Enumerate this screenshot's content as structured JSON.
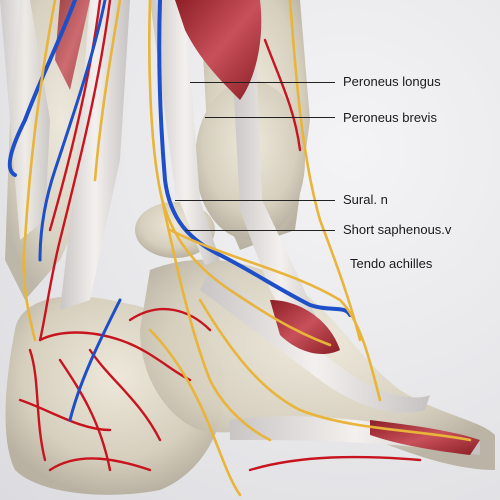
{
  "labels": [
    "Peroneus longus",
    "Peroneus brevis",
    "Sural. n",
    "Short saphenous.v",
    "Tendo achilles"
  ],
  "colors": {
    "background": "#e9e9eb",
    "bone": "#dcd6c6",
    "tendon": "#e8e4e1",
    "muscle": "#b8323a",
    "artery": "#c8141e",
    "vein": "#1e4fc8",
    "nerve": "#e8b43a",
    "leader_line": "#222222"
  }
}
